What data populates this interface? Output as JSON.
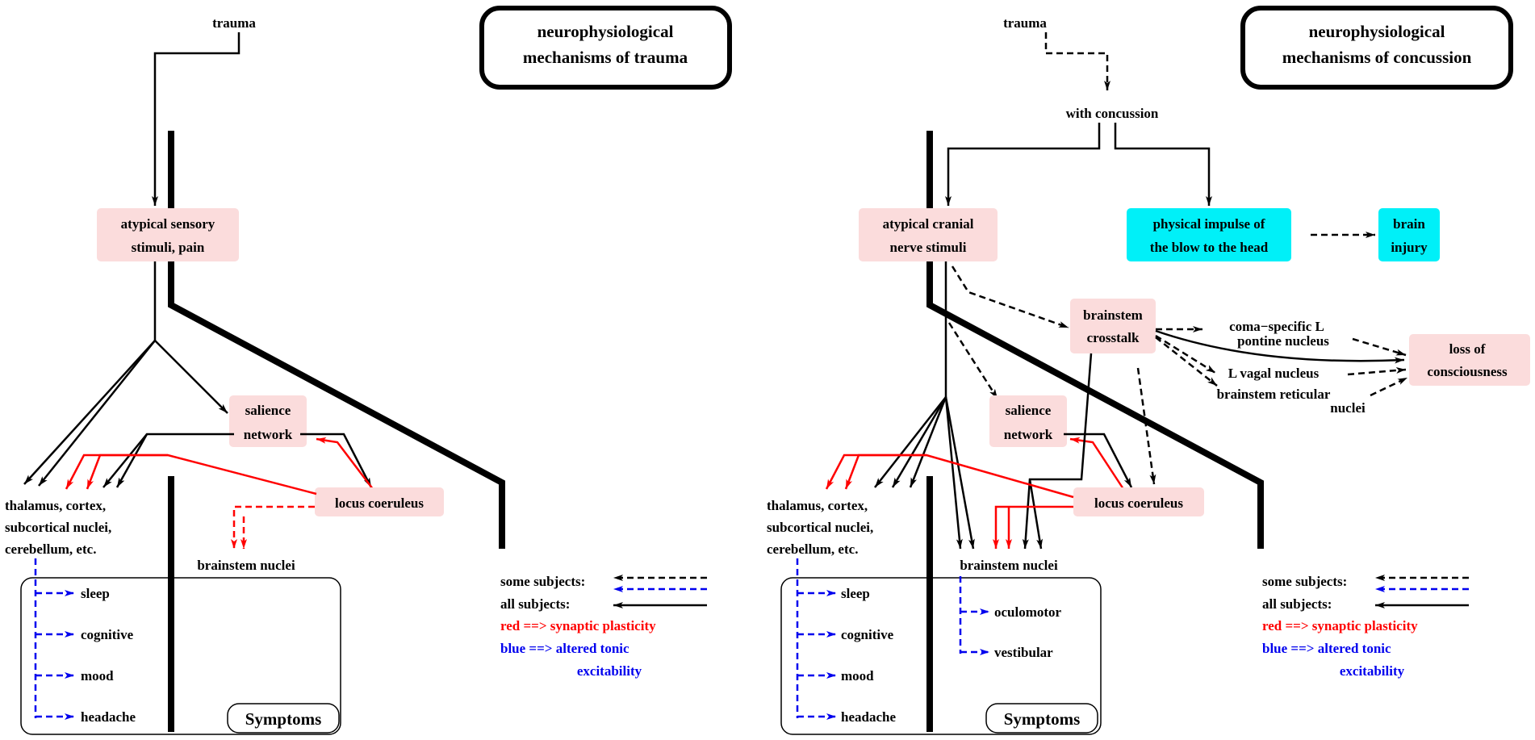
{
  "colors": {
    "ink": "#000000",
    "red": "#ff0000",
    "blue": "#0000ee",
    "pink_box": "#fbdcdc",
    "cyan_box": "#00f0f8"
  },
  "panel_left": {
    "title_line1": "neurophysiological",
    "title_line2": "mechanisms of trauma",
    "trauma": "trauma",
    "stimuli_line1": "atypical sensory",
    "stimuli_line2": "stimuli, pain",
    "salience_line1": "salience",
    "salience_line2": "network",
    "locus": "locus coeruleus",
    "thalamus_line1": "thalamus, cortex,",
    "thalamus_line2": "subcortical nuclei,",
    "thalamus_line3": "cerebellum, etc.",
    "brainstem": "brainstem nuclei",
    "symptoms": [
      "sleep",
      "cognitive",
      "mood",
      "headache"
    ],
    "symptoms_label": "Symptoms"
  },
  "panel_right": {
    "title_line1": "neurophysiological",
    "title_line2": "mechanisms of concussion",
    "trauma": "trauma",
    "with_concussion": "with concussion",
    "stimuli_line1": "atypical cranial",
    "stimuli_line2": "nerve stimuli",
    "impulse_line1": "physical impulse of",
    "impulse_line2": "the blow to the head",
    "injury_line1": "brain",
    "injury_line2": "injury",
    "crosstalk_line1": "brainstem",
    "crosstalk_line2": "crosstalk",
    "coma_line1": "coma−specific L",
    "coma_line2": "pontine nucleus",
    "vagal": "L vagal nucleus",
    "reticular_line1": "brainstem reticular",
    "reticular_line2": "nuclei",
    "loss_line1": "loss of",
    "loss_line2": "consciousness",
    "salience_line1": "salience",
    "salience_line2": "network",
    "locus": "locus coeruleus",
    "thalamus_line1": "thalamus, cortex,",
    "thalamus_line2": "subcortical nuclei,",
    "thalamus_line3": "cerebellum, etc.",
    "brainstem": "brainstem nuclei",
    "symptoms": [
      "sleep",
      "cognitive",
      "mood",
      "headache"
    ],
    "brainstem_symptoms": [
      "oculomotor",
      "vestibular"
    ],
    "symptoms_label": "Symptoms"
  },
  "legend": {
    "some": "some subjects:",
    "all": "all subjects:",
    "red": "red ==> synaptic plasticity",
    "blue_line1": "blue ==> altered tonic",
    "blue_line2": "excitability"
  }
}
